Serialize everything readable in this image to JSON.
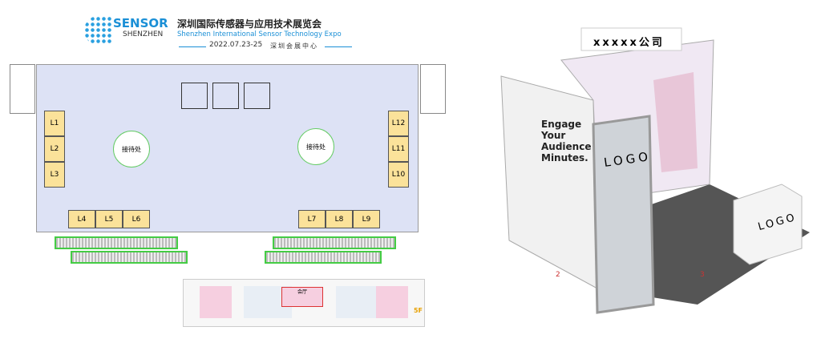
{
  "header": {
    "logo_line1": "SENSOR",
    "logo_line2": "SHENZHEN",
    "title_cn": "深圳国际传感器与应用技术展览会",
    "title_en": "Shenzhen International Sensor Technology Expo",
    "date": "2022.07.23-25",
    "venue": "深圳会展中心"
  },
  "floorplan": {
    "booths_left": [
      "L1",
      "L2",
      "L3"
    ],
    "booths_right": [
      "L12",
      "L11",
      "L10"
    ],
    "booths_bottom_left": [
      "L4",
      "L5",
      "L6"
    ],
    "booths_bottom_right": [
      "L7",
      "L8",
      "L9"
    ],
    "reception_label": "接待处",
    "minimap_center_label": "会厅",
    "minimap_floor": "5F"
  },
  "booth3d": {
    "sign": "xxxxx公司",
    "glass_logo": "LOGO",
    "counter_logo": "LOGO",
    "poster_text": "Engage Your Audience Minutes.",
    "corner_left": "2",
    "corner_right": "3"
  },
  "colors": {
    "hall": "#dde2f5",
    "booth": "#fbe29a",
    "brand_blue": "#1a8fd6"
  }
}
